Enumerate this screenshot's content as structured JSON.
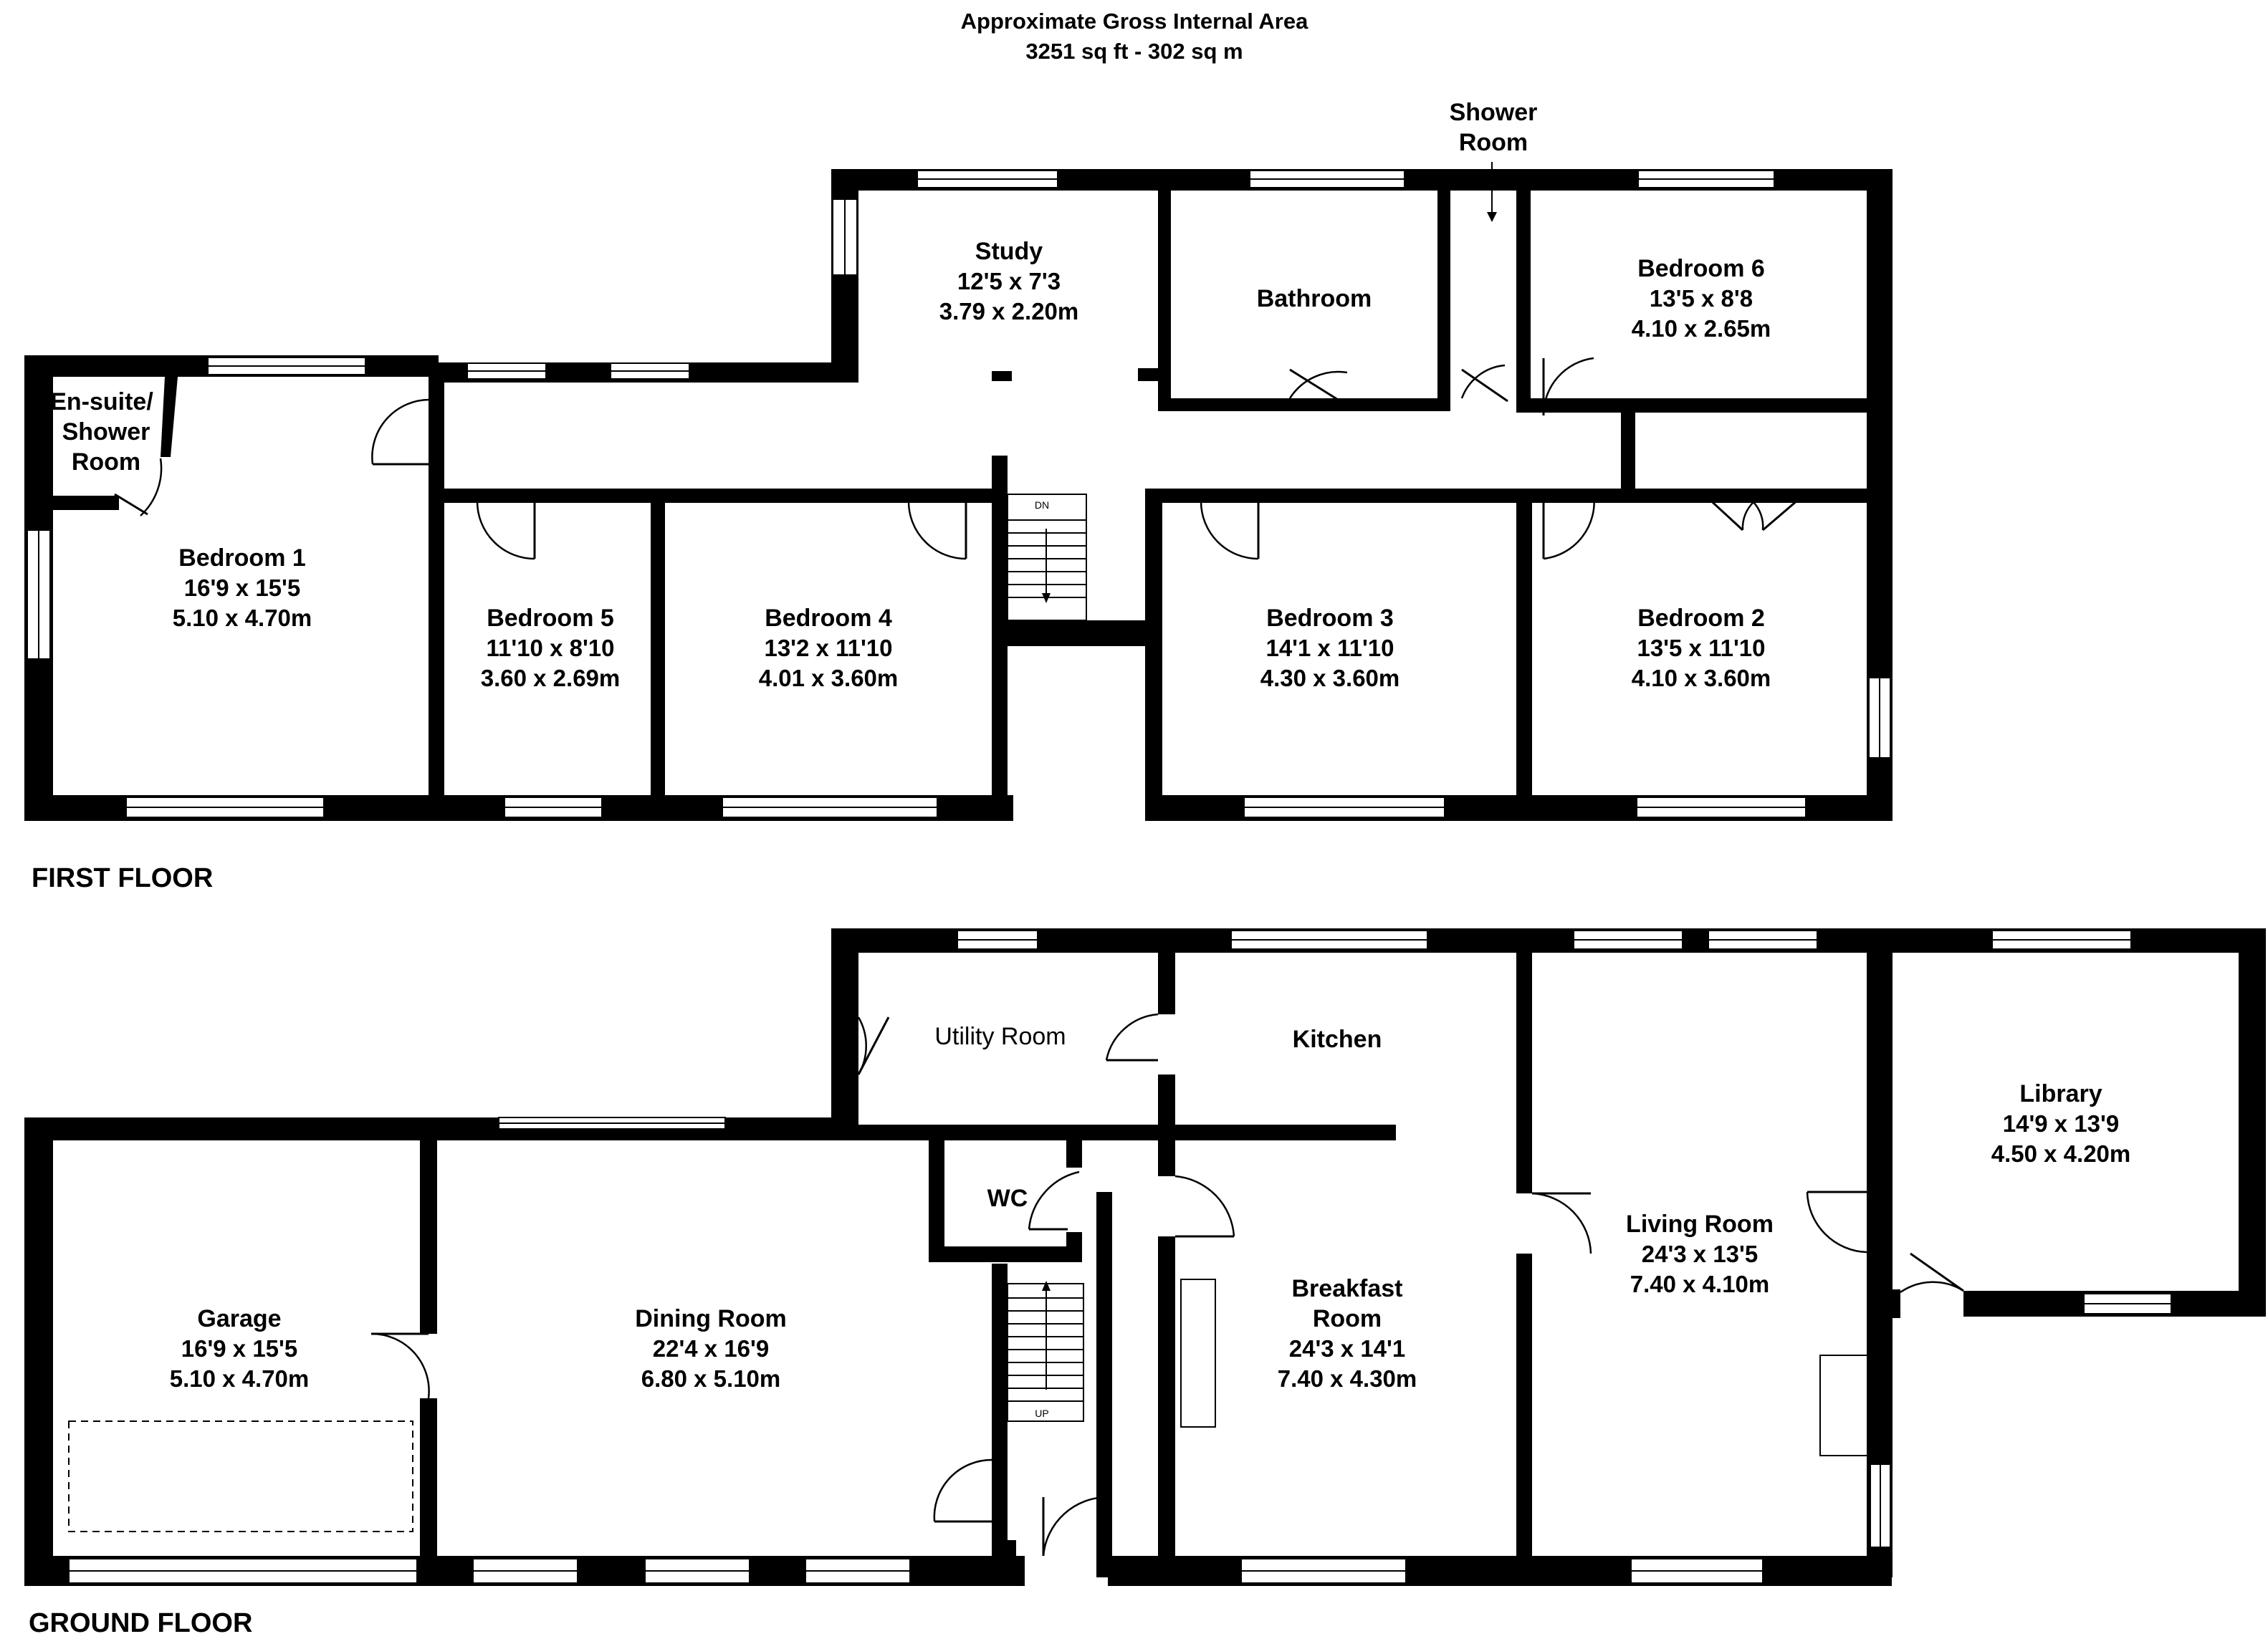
{
  "header": {
    "line1": "Approximate Gross Internal Area",
    "line2": "3251 sq ft - 302 sq m"
  },
  "floors": {
    "first": "FIRST FLOOR",
    "ground": "GROUND FLOOR"
  },
  "first_floor": {
    "ensuite": {
      "name_lines": [
        "En-suite/",
        "Shower",
        "Room"
      ]
    },
    "shower_room": {
      "name_lines": [
        "Shower",
        "Room"
      ]
    },
    "study": {
      "name": "Study",
      "imperial": "12'5 x 7'3",
      "metric": "3.79 x 2.20m"
    },
    "bathroom": {
      "name": "Bathroom"
    },
    "bedroom6": {
      "name": "Bedroom 6",
      "imperial": "13'5 x 8'8",
      "metric": "4.10 x 2.65m"
    },
    "bedroom1": {
      "name": "Bedroom 1",
      "imperial": "16'9 x 15'5",
      "metric": "5.10 x 4.70m"
    },
    "bedroom5": {
      "name": "Bedroom 5",
      "imperial": "11'10 x 8'10",
      "metric": "3.60 x 2.69m"
    },
    "bedroom4": {
      "name": "Bedroom 4",
      "imperial": "13'2 x 11'10",
      "metric": "4.01 x 3.60m"
    },
    "bedroom3": {
      "name": "Bedroom 3",
      "imperial": "14'1 x 11'10",
      "metric": "4.30 x 3.60m"
    },
    "bedroom2": {
      "name": "Bedroom 2",
      "imperial": "13'5 x 11'10",
      "metric": "4.10 x 3.60m"
    },
    "stairs_label": "DN"
  },
  "ground_floor": {
    "utility": {
      "name": "Utility Room"
    },
    "kitchen": {
      "name": "Kitchen"
    },
    "wc": {
      "name": "WC"
    },
    "garage": {
      "name": "Garage",
      "imperial": "16'9 x 15'5",
      "metric": "5.10 x 4.70m"
    },
    "dining": {
      "name": "Dining Room",
      "imperial": "22'4 x 16'9",
      "metric": "6.80 x 5.10m"
    },
    "breakfast": {
      "name_lines": [
        "Breakfast",
        "Room"
      ],
      "imperial": "24'3 x 14'1",
      "metric": "7.40 x 4.30m"
    },
    "living": {
      "name": "Living Room",
      "imperial": "24'3 x 13'5",
      "metric": "7.40 x 4.10m"
    },
    "library": {
      "name": "Library",
      "imperial": "14'9 x 13'9",
      "metric": "4.50 x 4.20m"
    },
    "stairs_label": "UP"
  }
}
